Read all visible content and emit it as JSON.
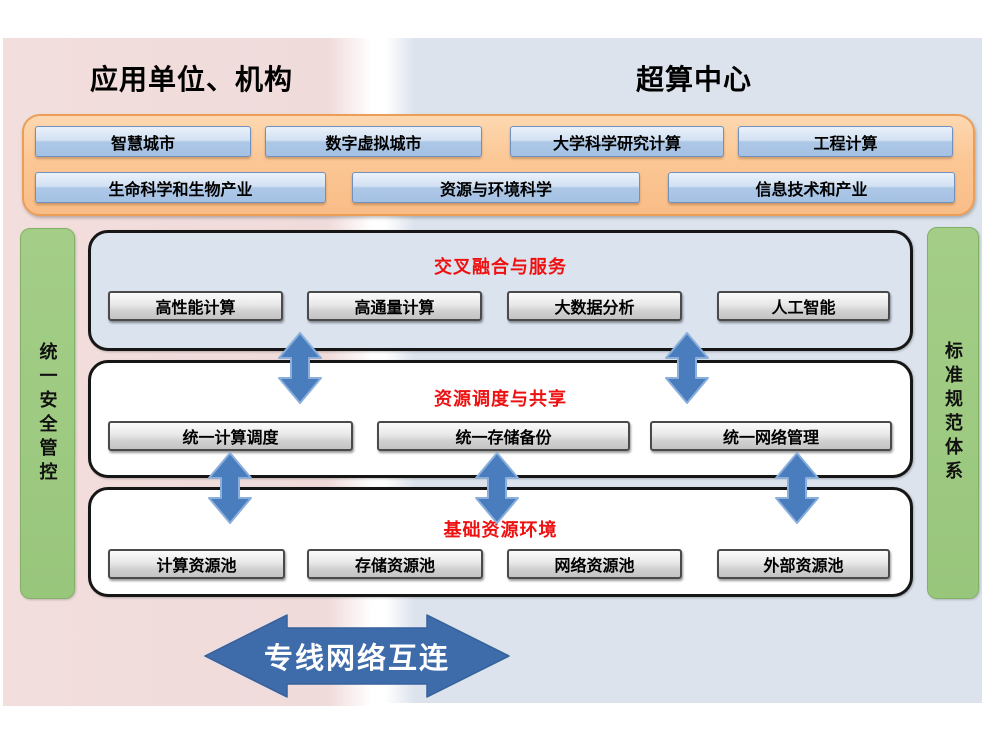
{
  "headers": {
    "left": "应用单位、机构",
    "right": "超算中心"
  },
  "app_band": {
    "row1": [
      "智慧城市",
      "数字虚拟城市",
      "大学科学研究计算",
      "工程计算"
    ],
    "row2": [
      "生命科学和生物产业",
      "资源与环境科学",
      "信息技术和产业"
    ]
  },
  "side_bars": {
    "left": "统一安全管控",
    "right": "标准规范体系"
  },
  "layers": [
    {
      "title": "交叉融合与服务",
      "items": [
        "高性能计算",
        "高通量计算",
        "大数据分析",
        "人工智能"
      ]
    },
    {
      "title": "资源调度与共享",
      "items": [
        "统一计算调度",
        "统一存储备份",
        "统一网络管理"
      ]
    },
    {
      "title": "基础资源环境",
      "items": [
        "计算资源池",
        "存储资源池",
        "网络资源池",
        "外部资源池"
      ]
    }
  ],
  "bottom_arrow": {
    "label": "专线网络互连"
  },
  "colors": {
    "panel_pink": "#f0dbdb",
    "panel_blue": "#dce3ed",
    "band_orange": "#fbc795",
    "band_border": "#ea9e58",
    "app_button_blue": "#a5c1e3",
    "bar_green": "#9cc87f",
    "layer1_fill": "#dbe3ef",
    "title_red": "#ee1111",
    "service_button_gray": "#d9d9d9",
    "vertical_arrow_blue": "#4a7dbd",
    "bottom_arrow_blue": "#3e6cab"
  }
}
